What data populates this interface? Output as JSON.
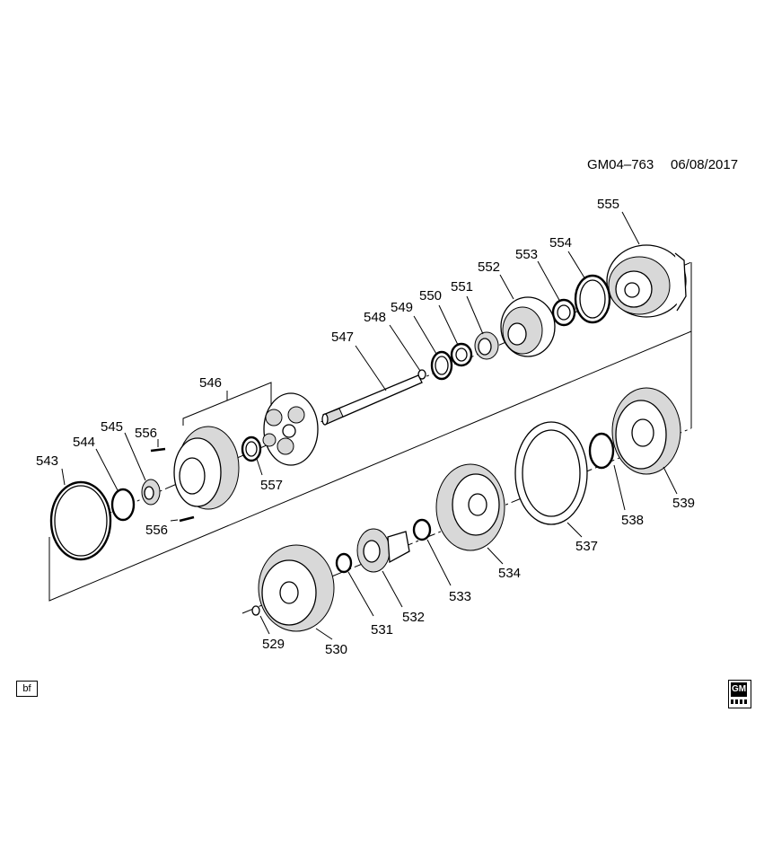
{
  "header": {
    "drawing_id": "GM04–763",
    "date": "06/08/2017"
  },
  "corner_tag": "bf",
  "logo": {
    "text": "GM"
  },
  "callouts": [
    {
      "id": "555",
      "text": "555"
    },
    {
      "id": "554",
      "text": "554"
    },
    {
      "id": "553",
      "text": "553"
    },
    {
      "id": "552",
      "text": "552"
    },
    {
      "id": "551",
      "text": "551"
    },
    {
      "id": "550",
      "text": "550"
    },
    {
      "id": "549",
      "text": "549"
    },
    {
      "id": "548",
      "text": "548"
    },
    {
      "id": "547",
      "text": "547"
    },
    {
      "id": "546",
      "text": "546"
    },
    {
      "id": "545",
      "text": "545"
    },
    {
      "id": "544",
      "text": "544"
    },
    {
      "id": "543",
      "text": "543"
    },
    {
      "id": "556a",
      "text": "556"
    },
    {
      "id": "556b",
      "text": "556"
    },
    {
      "id": "557",
      "text": "557"
    },
    {
      "id": "539",
      "text": "539"
    },
    {
      "id": "538",
      "text": "538"
    },
    {
      "id": "537",
      "text": "537"
    },
    {
      "id": "534",
      "text": "534"
    },
    {
      "id": "533",
      "text": "533"
    },
    {
      "id": "532",
      "text": "532"
    },
    {
      "id": "531",
      "text": "531"
    },
    {
      "id": "530",
      "text": "530"
    },
    {
      "id": "529",
      "text": "529"
    }
  ]
}
